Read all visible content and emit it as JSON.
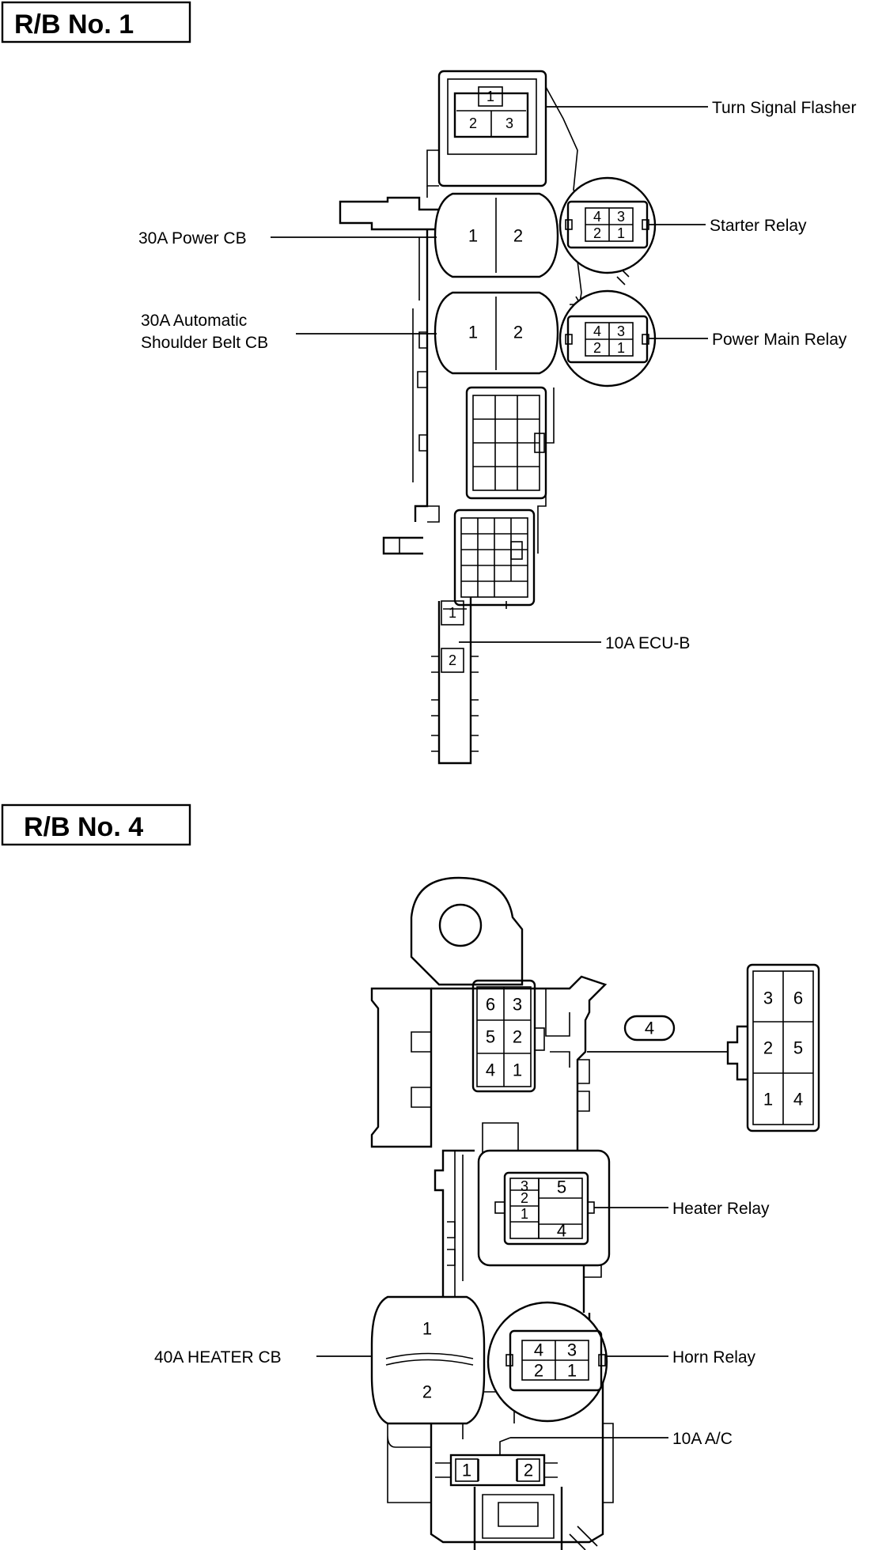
{
  "sections": [
    {
      "title": "R/B  No.  1",
      "labels": {
        "turn_signal_flasher": "Turn Signal Flasher",
        "starter_relay": "Starter Relay",
        "power_cb": "30A Power CB",
        "auto_belt_cb_line1": "30A Automatic",
        "auto_belt_cb_line2": "Shoulder Belt CB",
        "power_main_relay": "Power Main Relay",
        "ecu_b": "10A ECU-B"
      }
    },
    {
      "title": "R/B No.  4",
      "labels": {
        "connector_id": "4",
        "heater_relay": "Heater Relay",
        "heater_cb": "40A HEATER CB",
        "horn_relay": "Horn Relay",
        "ac": "10A  A/C"
      }
    }
  ],
  "pins": {
    "p1": "1",
    "p2": "2",
    "p3": "3",
    "p4": "4",
    "p5": "5",
    "p6": "6"
  }
}
